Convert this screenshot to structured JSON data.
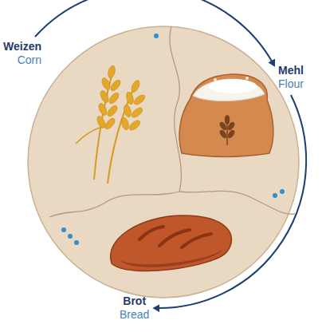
{
  "diagram": {
    "nodes": [
      {
        "text": [
          "Weizen",
          "Corn"
        ]
      },
      {
        "text": [
          "Mehl",
          "Flour"
        ]
      },
      {
        "text": [
          "Brot",
          "Bread"
        ]
      }
    ],
    "edges": [
      {
        "from": 0,
        "to": 1,
        "arrow": "to"
      },
      {
        "from": 1,
        "to": 2,
        "arrow": "to"
      }
    ]
  }
}
